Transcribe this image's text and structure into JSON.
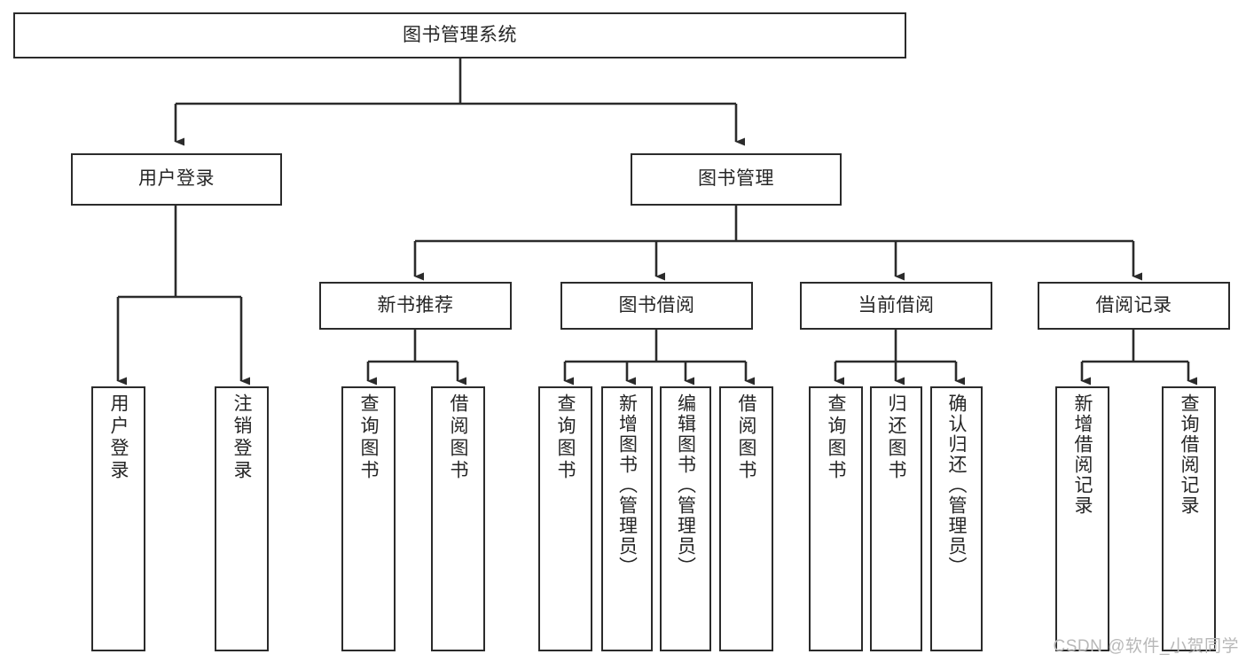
{
  "diagram": {
    "type": "tree-hierarchy-chart",
    "title": "图书管理系统",
    "watermark": "CSDN @软件_小贺同学",
    "colors": {
      "stroke": "#2b2b2b",
      "background": "#ffffff",
      "text": "#262626",
      "watermark": "#b8b8b8"
    },
    "nodes": {
      "root": {
        "label": "图书管理系统",
        "level": 0,
        "orientation": "horizontal"
      },
      "l1": [
        {
          "id": "user-login",
          "label": "用户登录",
          "orientation": "horizontal"
        },
        {
          "id": "book-manage",
          "label": "图书管理",
          "orientation": "horizontal"
        }
      ],
      "l2": [
        {
          "id": "new-book-rec",
          "label": "新书推荐",
          "orientation": "horizontal",
          "parent": "book-manage"
        },
        {
          "id": "book-borrow",
          "label": "图书借阅",
          "orientation": "horizontal",
          "parent": "book-manage"
        },
        {
          "id": "current-borrow",
          "label": "当前借阅",
          "orientation": "horizontal",
          "parent": "book-manage"
        },
        {
          "id": "borrow-record",
          "label": "借阅记录",
          "orientation": "horizontal",
          "parent": "book-manage"
        }
      ],
      "leaves": [
        {
          "id": "leaf-user-login",
          "label": "用户登录",
          "parent": "user-login"
        },
        {
          "id": "leaf-logout",
          "label": "注销登录",
          "parent": "user-login"
        },
        {
          "id": "leaf-query-book-rec",
          "label": "查询图书",
          "parent": "new-book-rec"
        },
        {
          "id": "leaf-borrow-book-rec",
          "label": "借阅图书",
          "parent": "new-book-rec"
        },
        {
          "id": "leaf-query-book-borrow",
          "label": "查询图书",
          "parent": "book-borrow"
        },
        {
          "id": "leaf-add-book",
          "label": "新增图书（管理员）",
          "parent": "book-borrow"
        },
        {
          "id": "leaf-edit-book",
          "label": "编辑图书（管理员）",
          "parent": "book-borrow"
        },
        {
          "id": "leaf-borrow-book",
          "label": "借阅图书",
          "parent": "book-borrow"
        },
        {
          "id": "leaf-query-book-current",
          "label": "查询图书",
          "parent": "current-borrow"
        },
        {
          "id": "leaf-return-book",
          "label": "归还图书",
          "parent": "current-borrow"
        },
        {
          "id": "leaf-confirm-return",
          "label": "确认归还（管理员）",
          "parent": "current-borrow"
        },
        {
          "id": "leaf-add-record",
          "label": "新增借阅记录",
          "parent": "borrow-record"
        },
        {
          "id": "leaf-query-record",
          "label": "查询借阅记录",
          "parent": "borrow-record"
        }
      ]
    }
  }
}
